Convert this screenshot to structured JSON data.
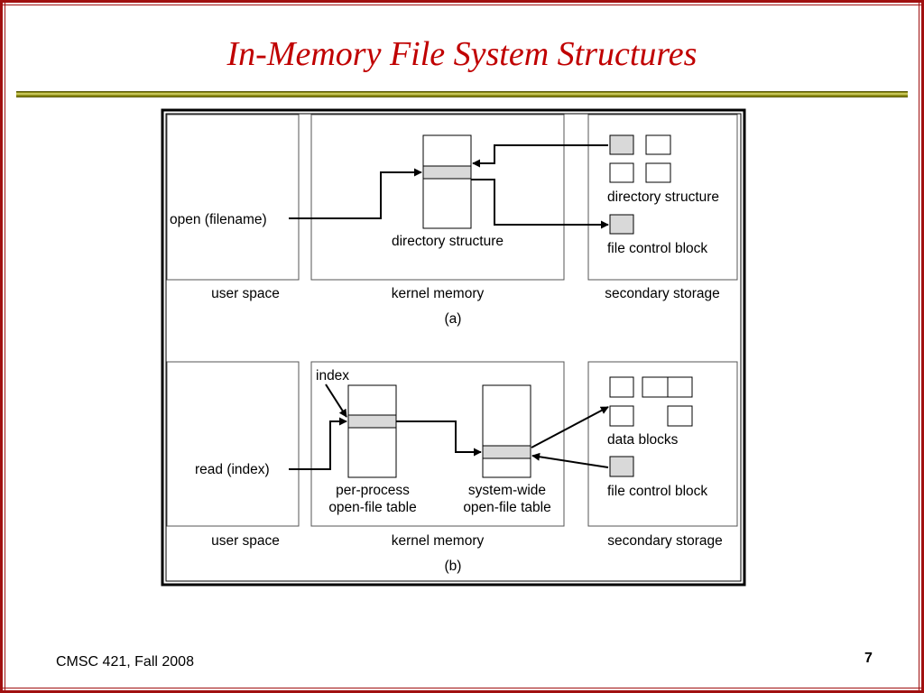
{
  "slide": {
    "title": "In-Memory File System Structures",
    "footer_course": "CMSC 421, Fall 2008",
    "page_number": "7"
  },
  "diagram_a": {
    "caption": "(a)",
    "call": "open (filename)",
    "kernel_table": "directory structure",
    "storage_directory": "directory structure",
    "storage_fcb": "file control block",
    "region_user": "user space",
    "region_kernel": "kernel memory",
    "region_storage": "secondary storage"
  },
  "diagram_b": {
    "caption": "(b)",
    "call": "read (index)",
    "index_label": "index",
    "per_process_line1": "per-process",
    "per_process_line2": "open-file table",
    "system_wide_line1": "system-wide",
    "system_wide_line2": "open-file table",
    "storage_data": "data blocks",
    "storage_fcb": "file control block",
    "region_user": "user space",
    "region_kernel": "kernel memory",
    "region_storage": "secondary storage"
  },
  "colors": {
    "title": "#c00000",
    "frame": "#a01010",
    "rule": "#8b8a15",
    "highlight_fill": "#d9d9d9"
  }
}
